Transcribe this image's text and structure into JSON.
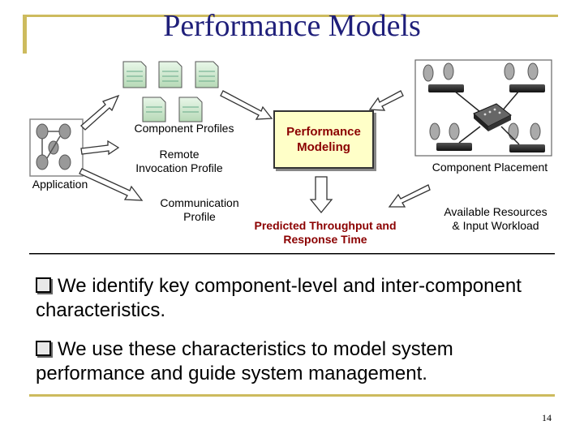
{
  "slide": {
    "title": "Performance Models",
    "page_number": "14"
  },
  "diagram": {
    "component_profiles": "Component Profiles",
    "remote_invocation_profile": "Remote\nInvocation Profile",
    "application": "Application",
    "communication_profile": "Communication\nProfile",
    "performance_modeling": "Performance\nModeling",
    "predicted_output": "Predicted Throughput and\nResponse Time",
    "component_placement": "Component Placement",
    "available_resources": "Available Resources\n& Input Workload"
  },
  "bullets": [
    "We identify key component-level and inter-component characteristics.",
    "We use these characteristics to model system performance and guide system management."
  ],
  "colors": {
    "title": "#1f1f7a",
    "accent_line": "#cdbb5e",
    "box_fill": "#ffffc8",
    "emphasis_text": "#8b0000"
  }
}
